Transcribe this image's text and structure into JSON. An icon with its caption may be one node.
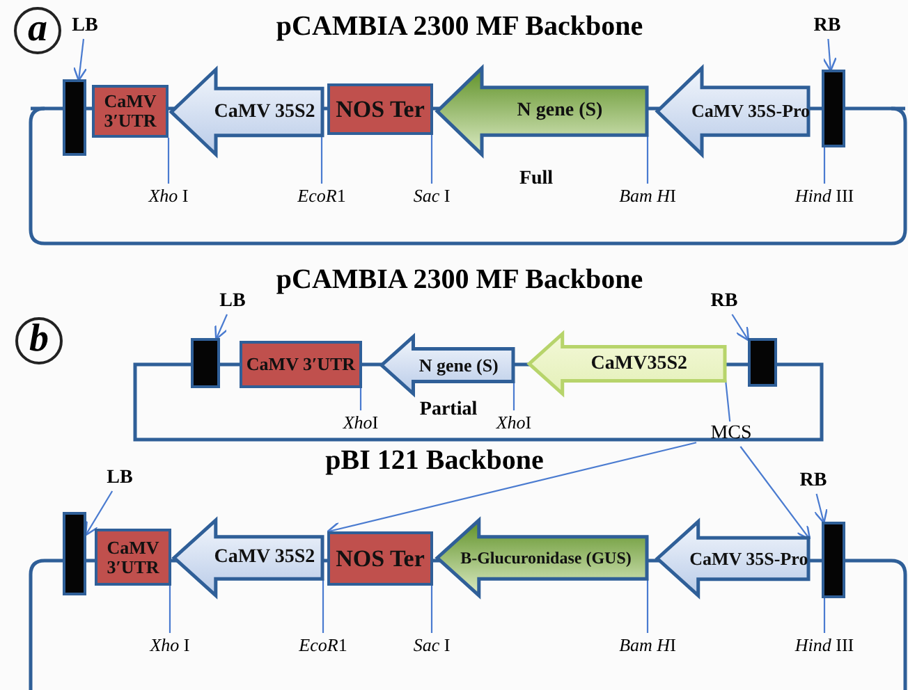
{
  "diagram": {
    "nodes": [
      {
        "text": [
          "a"
        ]
      },
      {
        "text": [
          "LB"
        ]
      },
      {
        "text": [],
        "shape": "bar"
      },
      {
        "text": [
          "CaMV 3′UTR"
        ]
      },
      {
        "text": [
          "CaMV 35S2"
        ]
      },
      {
        "text": [
          "NOS Ter"
        ]
      },
      {
        "text": [
          "N gene (S)"
        ],
        "beside": [
          "Full"
        ]
      },
      {
        "text": [
          "CaMV 35S-Pro"
        ]
      },
      {
        "text": [],
        "shape": "bar"
      },
      {
        "text": [
          "RB"
        ]
      },
      {
        "text": [
          "*Xho* I"
        ]
      },
      {
        "text": [
          "EcoR",
          "1"
        ]
      },
      {
        "text": [
          "*Sac* I"
        ]
      },
      {
        "text": [
          "Bam H",
          "I"
        ]
      },
      {
        "text": [
          "*Hind* III"
        ]
      },
      {
        "text": [
          "b"
        ]
      },
      {
        "text": [
          "LB"
        ]
      },
      {
        "text": [],
        "shape": "bar"
      },
      {
        "text": [
          "CaMV 3′UTR"
        ]
      },
      {
        "text": [
          "N gene (S)"
        ],
        "beside": [
          "Partial"
        ]
      },
      {
        "text": [
          "CaMV35S2"
        ]
      },
      {
        "text": [],
        "shape": "bar"
      },
      {
        "text": [
          "RB"
        ]
      },
      {
        "text": [
          "Xho",
          "I"
        ]
      },
      {
        "text": [
          "Xho",
          "I"
        ]
      },
      {
        "text": [
          "MCS"
        ]
      },
      {
        "text": [
          "LB"
        ]
      },
      {
        "text": [],
        "shape": "bar"
      },
      {
        "text": [
          "CaMV 3′UTR"
        ]
      },
      {
        "text": [
          "CaMV 35S2"
        ]
      },
      {
        "text": [
          "NOS Ter"
        ]
      },
      {
        "text": [
          "B-Glucuronidase (GUS)"
        ]
      },
      {
        "text": [
          "CaMV 35S-Pro"
        ]
      },
      {
        "text": [],
        "shape": "bar"
      },
      {
        "text": [
          "RB"
        ]
      },
      {
        "text": [
          "*Xho* I"
        ]
      },
      {
        "text": [
          "EcoR",
          "1"
        ]
      },
      {
        "text": [
          "*Sac* I"
        ]
      },
      {
        "text": [
          "Bam H",
          "I"
        ]
      },
      {
        "text": [
          "*Hind* III"
        ]
      }
    ],
    "edges": [
      {
        "from": 1,
        "to": 2,
        "arrow": "to"
      },
      {
        "from": 9,
        "to": 8,
        "arrow": "to"
      },
      {
        "from": 10,
        "to": 3,
        "arrow": "none"
      },
      {
        "from": 11,
        "to": 4,
        "arrow": "none"
      },
      {
        "from": 12,
        "to": 5,
        "arrow": "none"
      },
      {
        "from": 13,
        "to": 6,
        "arrow": "none"
      },
      {
        "from": 14,
        "to": 8,
        "arrow": "none"
      },
      {
        "from": 16,
        "to": 17,
        "arrow": "to"
      },
      {
        "from": 22,
        "to": 21,
        "arrow": "to"
      },
      {
        "from": 23,
        "to": 18,
        "arrow": "none"
      },
      {
        "from": 24,
        "to": 19,
        "arrow": "none"
      },
      {
        "from": 25,
        "to": 20,
        "arrow": "none"
      },
      {
        "from": 25,
        "to": 30,
        "arrow": "to"
      },
      {
        "from": 25,
        "to": 32,
        "arrow": "to"
      },
      {
        "from": 26,
        "to": 27,
        "arrow": "to"
      },
      {
        "from": 34,
        "to": 33,
        "arrow": "to"
      },
      {
        "from": 35,
        "to": 28,
        "arrow": "none"
      },
      {
        "from": 36,
        "to": 29,
        "arrow": "none"
      },
      {
        "from": 37,
        "to": 30,
        "arrow": "none"
      },
      {
        "from": 38,
        "to": 31,
        "arrow": "none"
      },
      {
        "from": 39,
        "to": 33,
        "arrow": "none"
      }
    ],
    "labels": [
      "pCAMBIA 2300 MF Backbone",
      "pCAMBIA 2300 MF Backbone",
      "pBI 121 Backbone"
    ]
  }
}
